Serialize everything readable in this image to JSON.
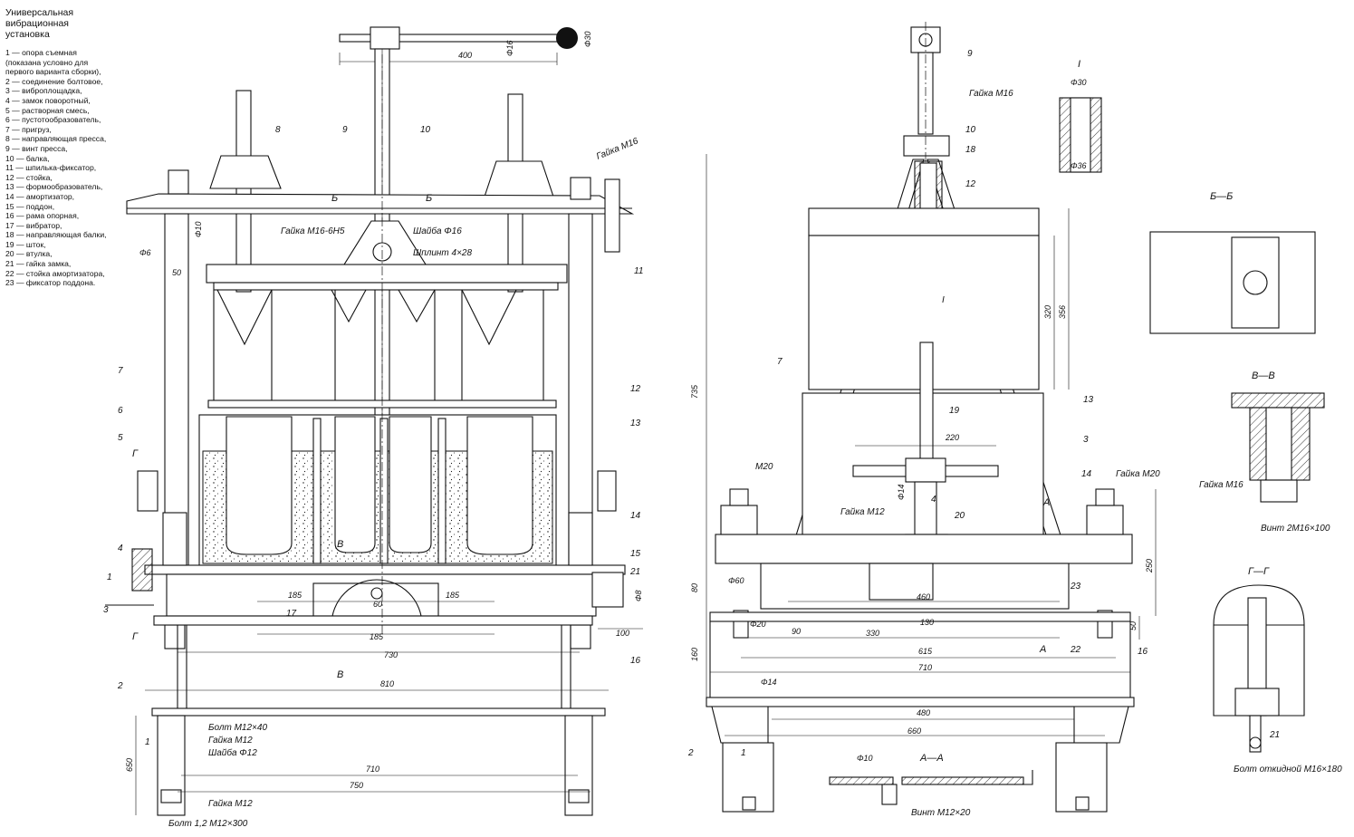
{
  "legend": {
    "title": "Универсальная вибрационная установка",
    "items": [
      "1 — опора съемная (показана условно для первого варианта сборки),",
      "2 — соединение болтовое,",
      "3 — виброплощадка,",
      "4 — замок поворотный,",
      "5 — растворная смесь,",
      "6 — пустотообразователь,",
      "7 — пригруз,",
      "8 — направляющая пресса,",
      "9 — винт пресса,",
      "10 — балка,",
      "11 — шпилька-фиксатор,",
      "12 — стойка,",
      "13 — формообразователь,",
      "14 — амортизатор,",
      "15 — поддон,",
      "16 — рама опорная,",
      "17 — вибратор,",
      "18 — направляющая балки,",
      "19 — шток,",
      "20 — втулка,",
      "21 — гайка замка,",
      "22 — стойка амортизатора,",
      "23 — фиксатор поддона."
    ]
  },
  "front_view": {
    "dims": {
      "d400": "400",
      "d16": "Φ16",
      "d30": "Φ30",
      "d6": "Φ6",
      "d10": "Φ10",
      "d50": "50",
      "d185a": "185",
      "d60": "60",
      "d185b": "185",
      "d185c": "185",
      "d730": "730",
      "d810": "810",
      "d100": "100",
      "d8": "Φ8",
      "d650": "650",
      "d710": "710",
      "d750": "750"
    },
    "labels": {
      "n1": "1",
      "n1b": "1",
      "n2": "2",
      "n3": "3",
      "n4": "4",
      "n5": "5",
      "n6": "6",
      "n7": "7",
      "n8": "8",
      "n9": "9",
      "n10": "10",
      "n11": "11",
      "n12": "12",
      "n13": "13",
      "n14": "14",
      "n15": "15",
      "n16": "16",
      "n17": "17",
      "n21": "21"
    },
    "notes": {
      "gaika_m16_top": "Гайка М16",
      "gaika_m16_6h5": "Гайка М16-6Н5",
      "shayba_16": "Шайба Φ16",
      "shplint": "Шплинт 4×28",
      "bolt_m12x40": "Болт М12×40",
      "gaika_m12": "Гайка М12",
      "shayba_12": "Шайба Φ12",
      "gaika_m12_bottom": "Гайка М12",
      "bolt_bottom": "Болт 1,2 М12×300"
    },
    "section_marks": {
      "b1": "Б",
      "b2": "Б",
      "g1": "Г",
      "g2": "Г",
      "v1": "В",
      "v2": "В"
    }
  },
  "side_view": {
    "dims": {
      "d735": "735",
      "d320": "320",
      "d356": "356",
      "d220": "220",
      "d14": "Φ14",
      "d60": "Φ60",
      "d20": "Φ20",
      "d80": "80",
      "d160": "160",
      "d90": "90",
      "d330": "330",
      "d460": "460",
      "d130": "130",
      "d615": "615",
      "d710": "710",
      "d250": "250",
      "d50": "50",
      "d14b": "Φ14",
      "d480": "480",
      "d660": "660",
      "d10": "Φ10"
    },
    "labels": {
      "n1": "1",
      "n2": "2",
      "n3": "3",
      "n4": "4",
      "n7": "7",
      "n9": "9",
      "n10": "10",
      "n12": "12",
      "n13": "13",
      "n14": "14",
      "n16": "16",
      "n18": "18",
      "n19": "19",
      "n20": "20",
      "n22": "22",
      "n23": "23",
      "nI": "I"
    },
    "notes": {
      "m20": "М20",
      "gaika_m16": "Гайка М16",
      "gaika_m12": "Гайка М12",
      "gaika_m20": "Гайка М20",
      "aa": "А—А",
      "a1": "А",
      "a2": "А",
      "vint_m12x20": "Винт М12×20"
    }
  },
  "details": {
    "I": {
      "title": "I",
      "d30a": "Φ30",
      "d36": "Φ36"
    },
    "BB": {
      "title": "Б—Б"
    },
    "VV": {
      "title": "В—В",
      "gaika": "Гайка М16",
      "vint": "Винт 2М16×100"
    },
    "GG": {
      "title": "Г—Г",
      "n21": "21",
      "bolt": "Болт откидной М16×180"
    }
  }
}
